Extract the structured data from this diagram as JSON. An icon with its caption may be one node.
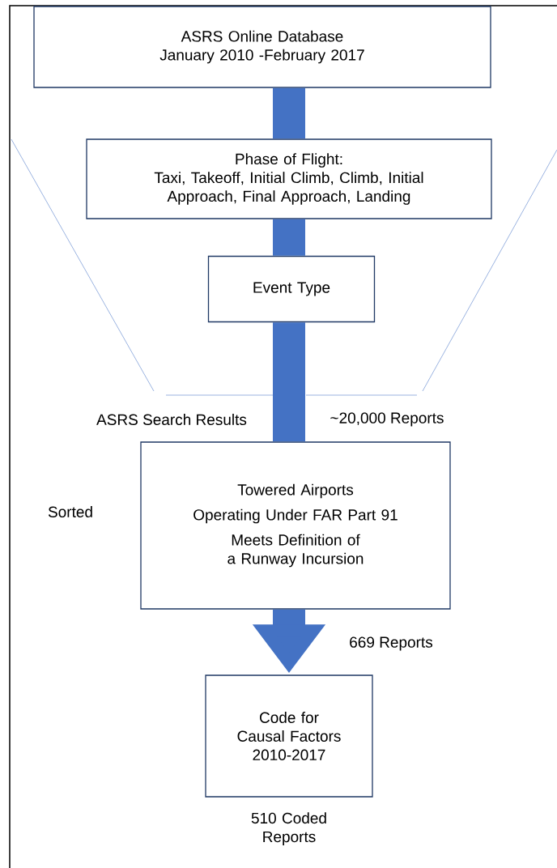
{
  "diagram": {
    "nodes": [
      {
        "text": [
          "ASRS Online Database",
          "January 2010 -February 2017"
        ]
      },
      {
        "text": [
          "Phase of Flight:",
          "Taxi, Takeoff, Initial Climb, Climb, Initial Approach, Final Approach, Landing"
        ]
      },
      {
        "text": [
          "Event Type"
        ]
      },
      {
        "text": [
          "Towered Airports",
          "Operating Under FAR Part 91",
          "Meets Definition of a Runway Incursion"
        ]
      },
      {
        "text": [
          "Code for Causal Factors",
          "2010-2017"
        ],
        "beside": [
          "510 Coded Reports"
        ]
      }
    ],
    "edges": [
      {
        "from": 0,
        "to": 1,
        "arrow": "none"
      },
      {
        "from": 1,
        "to": 2,
        "arrow": "none"
      },
      {
        "from": 2,
        "to": 3,
        "arrow": "none"
      },
      {
        "from": 3,
        "to": 4,
        "arrow": "to",
        "label": "669 Reports"
      }
    ],
    "labels": [
      "ASRS Search Results",
      "~20,000 Reports",
      "Sorted"
    ]
  }
}
